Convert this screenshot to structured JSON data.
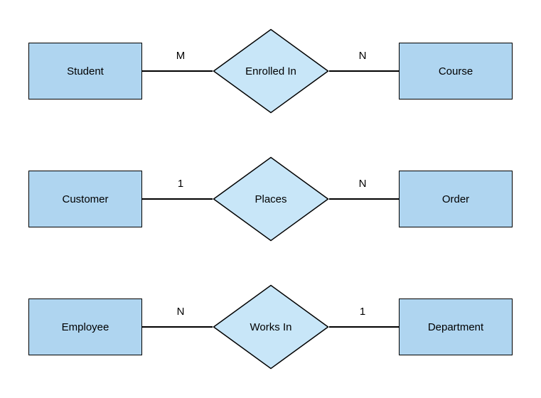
{
  "diagram": {
    "type": "er-diagram",
    "colors": {
      "background": "#ffffff",
      "entity_fill": "#AFD5F0",
      "relationship_fill": "#C8E6F8",
      "stroke": "#000000",
      "text": "#000000"
    },
    "rows": [
      {
        "left_entity": "Student",
        "left_cardinality": "M",
        "relationship": "Enrolled In",
        "right_cardinality": "N",
        "right_entity": "Course"
      },
      {
        "left_entity": "Customer",
        "left_cardinality": "1",
        "relationship": "Places",
        "right_cardinality": "N",
        "right_entity": "Order"
      },
      {
        "left_entity": "Employee",
        "left_cardinality": "N",
        "relationship": "Works In",
        "right_cardinality": "1",
        "right_entity": "Department"
      }
    ]
  }
}
